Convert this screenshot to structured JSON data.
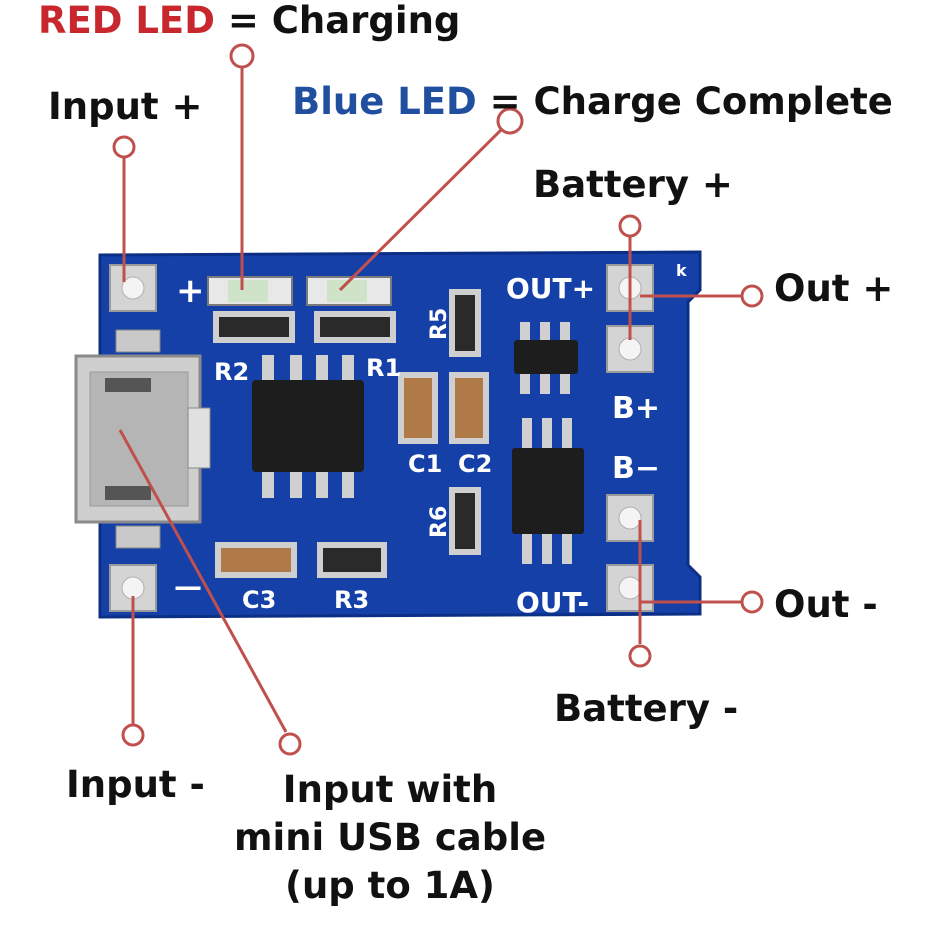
{
  "labels": {
    "red_led_word": "RED LED",
    "red_led_desc": " = Charging",
    "blue_led_word": "Blue LED",
    "blue_led_desc": " = Charge Complete",
    "input_plus": "Input +",
    "input_minus": "Input -",
    "battery_plus": "Battery +",
    "battery_minus": "Battery -",
    "out_plus": "Out +",
    "out_minus": "Out -",
    "usb_line1": "Input with",
    "usb_line2": "mini USB cable",
    "usb_line3": "(up to 1A)"
  },
  "board": {
    "silk_plus": "+",
    "silk_minus": "—",
    "silk_out_plus": "OUT+",
    "silk_out_minus": "OUT-",
    "silk_b_plus": "B+",
    "silk_b_minus": "B−",
    "silk_r1": "R1",
    "silk_r2": "R2",
    "silk_r3": "R3",
    "silk_r5": "R5",
    "silk_r6": "R6",
    "silk_c1": "C1",
    "silk_c2": "C2",
    "silk_c3": "C3",
    "silk_k": "k"
  },
  "colors": {
    "pcb": "#1540a8",
    "pcb_dark": "#0d2f86",
    "silk": "#ffffff",
    "callout": "#c0504d",
    "red_text": "#c8282d",
    "blue_text": "#1f4f9e"
  }
}
